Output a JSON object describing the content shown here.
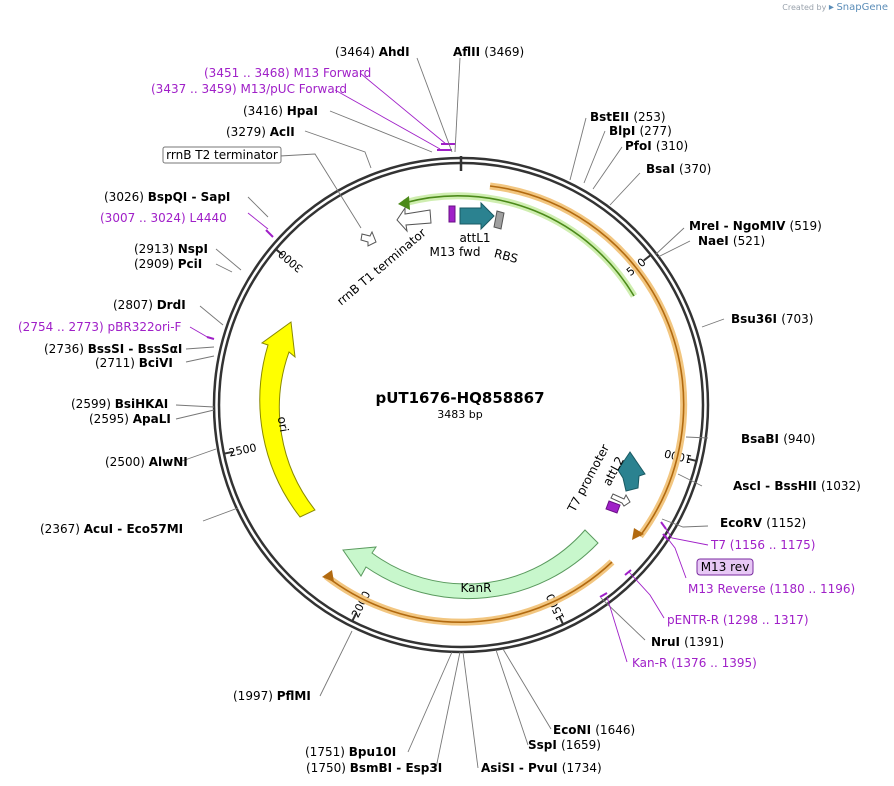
{
  "watermark": {
    "created_by": "Created by",
    "brand": "SnapGene"
  },
  "plasmid": {
    "name": "pUT1676-HQ858867",
    "length_label": "3483 bp",
    "length": 3483
  },
  "colors": {
    "enzyme": "#000000",
    "primer": "#a020c8",
    "feature_orange": "#e8a040",
    "feature_green": "#8ccf3c",
    "yellow_ori": "#ffff00",
    "kan_green": "#c8f7cc",
    "teal": "#2b8290",
    "rbs_grey": "#a0a0a0"
  },
  "ticks": [
    {
      "label": "500",
      "bp": 500
    },
    {
      "label": "1000",
      "bp": 1000
    },
    {
      "label": "1500",
      "bp": 1500
    },
    {
      "label": "2000",
      "bp": 2000
    },
    {
      "label": "2500",
      "bp": 2500
    },
    {
      "label": "3000",
      "bp": 3000
    }
  ],
  "enzymes": [
    {
      "name": "AhdI",
      "pos": "(3464)",
      "bp": 3464,
      "side": "left"
    },
    {
      "name": "AflII",
      "pos": "(3469)",
      "bp": 3469,
      "side": "right"
    },
    {
      "name": "HpaI",
      "pos": "(3416)",
      "bp": 3416,
      "side": "left"
    },
    {
      "name": "AclI",
      "pos": "(3279)",
      "bp": 3279,
      "side": "left"
    },
    {
      "name": "BspQI - SapI",
      "pos": "(3026)",
      "bp": 3026,
      "side": "left"
    },
    {
      "name": "NspI",
      "pos": "(2913)",
      "bp": 2913,
      "side": "left"
    },
    {
      "name": "PciI",
      "pos": "(2909)",
      "bp": 2909,
      "side": "left"
    },
    {
      "name": "DrdI",
      "pos": "(2807)",
      "bp": 2807,
      "side": "left"
    },
    {
      "name": "BssSI - BssSαI",
      "pos": "(2736)",
      "bp": 2736,
      "side": "left"
    },
    {
      "name": "BciVI",
      "pos": "(2711)",
      "bp": 2711,
      "side": "left"
    },
    {
      "name": "BsiHKAI",
      "pos": "(2599)",
      "bp": 2599,
      "side": "left"
    },
    {
      "name": "ApaLI",
      "pos": "(2595)",
      "bp": 2595,
      "side": "left"
    },
    {
      "name": "AlwNI",
      "pos": "(2500)",
      "bp": 2500,
      "side": "left"
    },
    {
      "name": "AcuI - Eco57MI",
      "pos": "(2367)",
      "bp": 2367,
      "side": "left"
    },
    {
      "name": "PflMI",
      "pos": "(1997)",
      "bp": 1997,
      "side": "left"
    },
    {
      "name": "Bpu10I",
      "pos": "(1751)",
      "bp": 1751,
      "side": "left"
    },
    {
      "name": "BsmBI - Esp3I",
      "pos": "(1750)",
      "bp": 1750,
      "side": "left"
    },
    {
      "name": "AsiSI - PvuI",
      "pos": "(1734)",
      "bp": 1734,
      "side": "right"
    },
    {
      "name": "SspI",
      "pos": "(1659)",
      "bp": 1659,
      "side": "right"
    },
    {
      "name": "EcoNI",
      "pos": "(1646)",
      "bp": 1646,
      "side": "right"
    },
    {
      "name": "NruI",
      "pos": "(1391)",
      "bp": 1391,
      "side": "right"
    },
    {
      "name": "EcoRV",
      "pos": "(1152)",
      "bp": 1152,
      "side": "right"
    },
    {
      "name": "AscI - BssHII",
      "pos": "(1032)",
      "bp": 1032,
      "side": "right"
    },
    {
      "name": "BsaBI",
      "pos": "(940)",
      "bp": 940,
      "side": "right"
    },
    {
      "name": "Bsu36I",
      "pos": "(703)",
      "bp": 703,
      "side": "right"
    },
    {
      "name": "NaeI",
      "pos": "(521)",
      "bp": 521,
      "side": "right"
    },
    {
      "name": "MreI - NgoMIV",
      "pos": "(519)",
      "bp": 519,
      "side": "right"
    },
    {
      "name": "BsaI",
      "pos": "(370)",
      "bp": 370,
      "side": "right"
    },
    {
      "name": "PfoI",
      "pos": "(310)",
      "bp": 310,
      "side": "right"
    },
    {
      "name": "BlpI",
      "pos": "(277)",
      "bp": 277,
      "side": "right"
    },
    {
      "name": "BstEII",
      "pos": "(253)",
      "bp": 253,
      "side": "right"
    }
  ],
  "primers": [
    {
      "name": "M13 Forward",
      "range": "(3451 .. 3468)",
      "bp": 3460
    },
    {
      "name": "M13/pUC Forward",
      "range": "(3437 .. 3459)",
      "bp": 3448
    },
    {
      "name": "L4440",
      "range": "(3007 .. 3024)",
      "bp": 3015
    },
    {
      "name": "pBR322ori-F",
      "range": "(2754 .. 2773)",
      "bp": 2763
    },
    {
      "name": "T7",
      "range": "(1156 .. 1175)",
      "bp": 1165
    },
    {
      "name": "M13 Reverse",
      "range": "(1180 .. 1196)",
      "bp": 1188
    },
    {
      "name": "pENTR-R",
      "range": "(1298 .. 1317)",
      "bp": 1307
    },
    {
      "name": "Kan-R",
      "range": "(1376 .. 1395)",
      "bp": 1385
    }
  ],
  "features": {
    "rrnB_T2": "rrnB T2 terminator",
    "rrnB_T1": "rrnB T1 terminator",
    "attL1": "attL1",
    "m13_fwd": "M13 fwd",
    "rbs": "RBS",
    "attL2": "attL2",
    "t7_promoter": "T7 promoter",
    "m13_rev": "M13 rev",
    "kanr": "KanR",
    "ori": "ori"
  }
}
